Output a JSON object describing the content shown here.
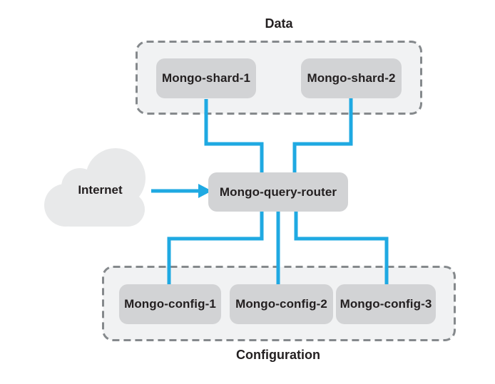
{
  "diagram": {
    "type": "architecture-diagram",
    "subject": "MongoDB sharded cluster",
    "groups": {
      "data": {
        "label": "Data",
        "nodes": [
          {
            "label": "Mongo-shard-1"
          },
          {
            "label": "Mongo-shard-2"
          }
        ]
      },
      "configuration": {
        "label": "Configuration",
        "nodes": [
          {
            "label": "Mongo-config-1"
          },
          {
            "label": "Mongo-config-2"
          },
          {
            "label": "Mongo-config-3"
          }
        ]
      }
    },
    "router": {
      "label": "Mongo-query-router"
    },
    "cloud": {
      "label": "Internet"
    },
    "edges": [
      {
        "from": "Internet",
        "to": "Mongo-query-router",
        "directed": true
      },
      {
        "from": "Mongo-shard-1",
        "to": "Mongo-query-router",
        "directed": false
      },
      {
        "from": "Mongo-shard-2",
        "to": "Mongo-query-router",
        "directed": false
      },
      {
        "from": "Mongo-query-router",
        "to": "Mongo-config-1",
        "directed": false
      },
      {
        "from": "Mongo-query-router",
        "to": "Mongo-config-2",
        "directed": false
      },
      {
        "from": "Mongo-query-router",
        "to": "Mongo-config-3",
        "directed": false
      }
    ],
    "colors": {
      "connector": "#1fa9e2",
      "node_fill": "#d2d3d5",
      "group_fill": "#f1f2f3",
      "group_border": "#85898c",
      "cloud_fill": "#e8e9ea",
      "text": "#231f20",
      "background": "#ffffff"
    }
  }
}
